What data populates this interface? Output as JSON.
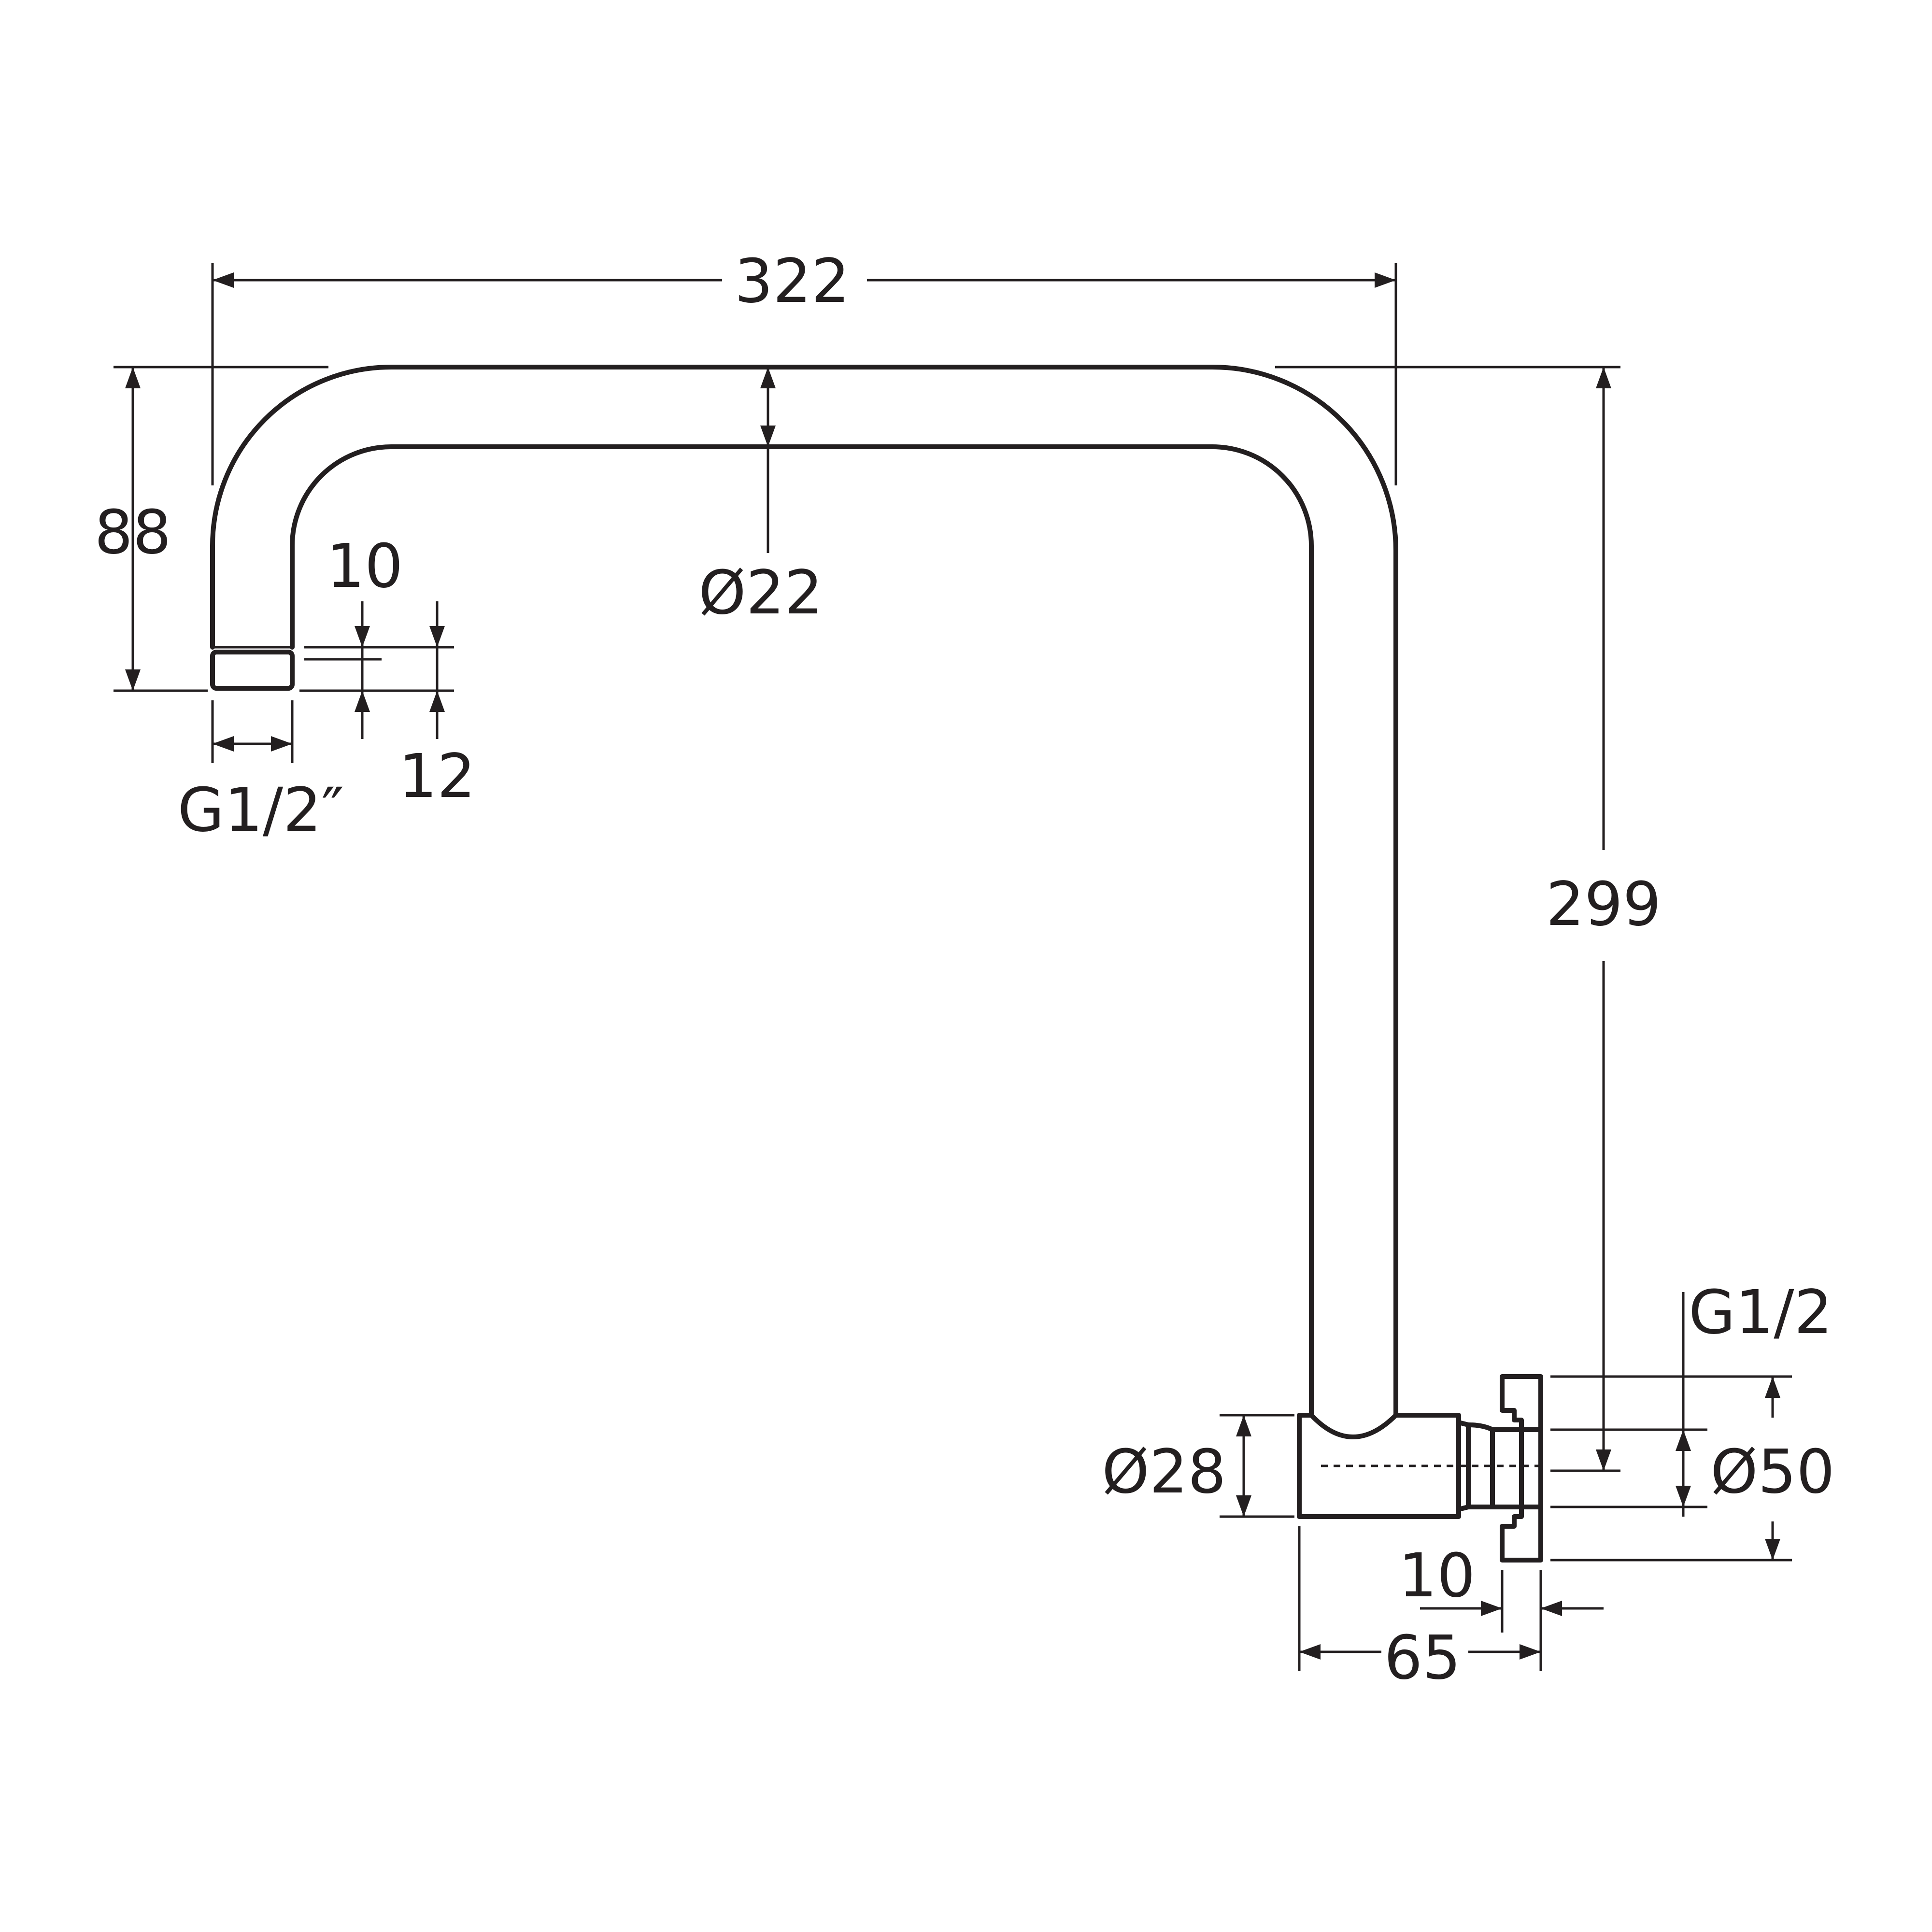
{
  "drawing": {
    "dimensions": {
      "overall_length": "322",
      "vertical_drop": "88",
      "arm_diameter": "Ø22",
      "thread_depth": "10",
      "thread_length": "12",
      "outlet_thread": "G1/2″",
      "overall_height": "299",
      "inlet_thread": "G1/2",
      "base_diameter": "Ø28",
      "flange_diameter": "Ø50",
      "flange_thickness": "10",
      "base_projection": "65"
    }
  }
}
